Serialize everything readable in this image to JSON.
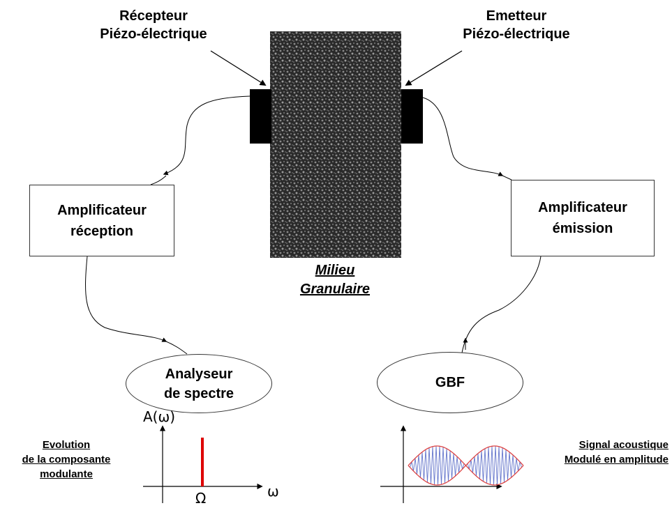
{
  "labels": {
    "receiver_line1": "Récepteur",
    "receiver_line2": "Piézo-électrique",
    "emitter_line1": "Emetteur",
    "emitter_line2": "Piézo-électrique",
    "medium_line1": "Milieu",
    "medium_line2": "Granulaire"
  },
  "boxes": {
    "amp_reception_line1": "Amplificateur",
    "amp_reception_line2": "réception",
    "amp_emission_line1": "Amplificateur",
    "amp_emission_line2": "émission"
  },
  "ellipses": {
    "analyzer_line1": "Analyseur",
    "analyzer_line2": "de spectre",
    "gbf": "GBF"
  },
  "left_plot": {
    "y_label": "A(ω)",
    "x_label": "ω",
    "x_tick": "Ω",
    "spike_color": "#dd0000"
  },
  "left_note": {
    "line1": "Evolution",
    "line2": "de la composante",
    "line3": "modulante"
  },
  "right_note": {
    "line1": "Signal acoustique",
    "line2": "Modulé en amplitude"
  },
  "colors": {
    "envelope": "#dd4444",
    "carrier": "#6677cc",
    "transducer": "#000000",
    "medium": "#2e2e2e"
  }
}
